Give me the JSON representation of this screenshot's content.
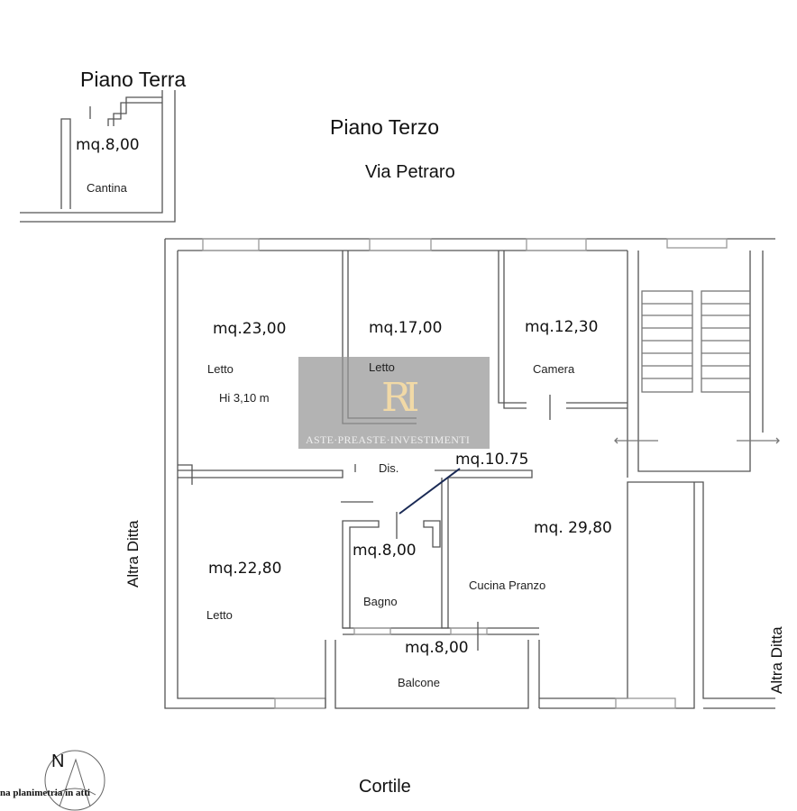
{
  "titles": {
    "ground_floor": "Piano Terra",
    "third_floor": "Piano Terzo",
    "street": "Via Petraro",
    "courtyard": "Cortile",
    "side_left": "Altra Ditta",
    "side_right": "Altra Ditta"
  },
  "rooms": [
    {
      "area": "mq.8,00",
      "name": "Cantina"
    },
    {
      "area": "mq.23,00",
      "name": "Letto",
      "note": "Hi 3,10 m"
    },
    {
      "area": "mq.17,00",
      "name": "Letto"
    },
    {
      "area": "mq.12,30",
      "name": "Camera"
    },
    {
      "area": "mq.10.75",
      "name": "Dis."
    },
    {
      "area": "mq.22,80",
      "name": "Letto"
    },
    {
      "area": "mq.8,00",
      "name": "Bagno"
    },
    {
      "area": "mq. 29,80",
      "name": "Cucina Pranzo"
    },
    {
      "area": "mq.8,00",
      "name": "Balcone"
    }
  ],
  "watermark": {
    "logo": "RI",
    "text": "ASTE·PREASTE·INVESTIMENTI"
  },
  "compass": {
    "label": "N"
  },
  "footnote": "na planimetria in atti"
}
